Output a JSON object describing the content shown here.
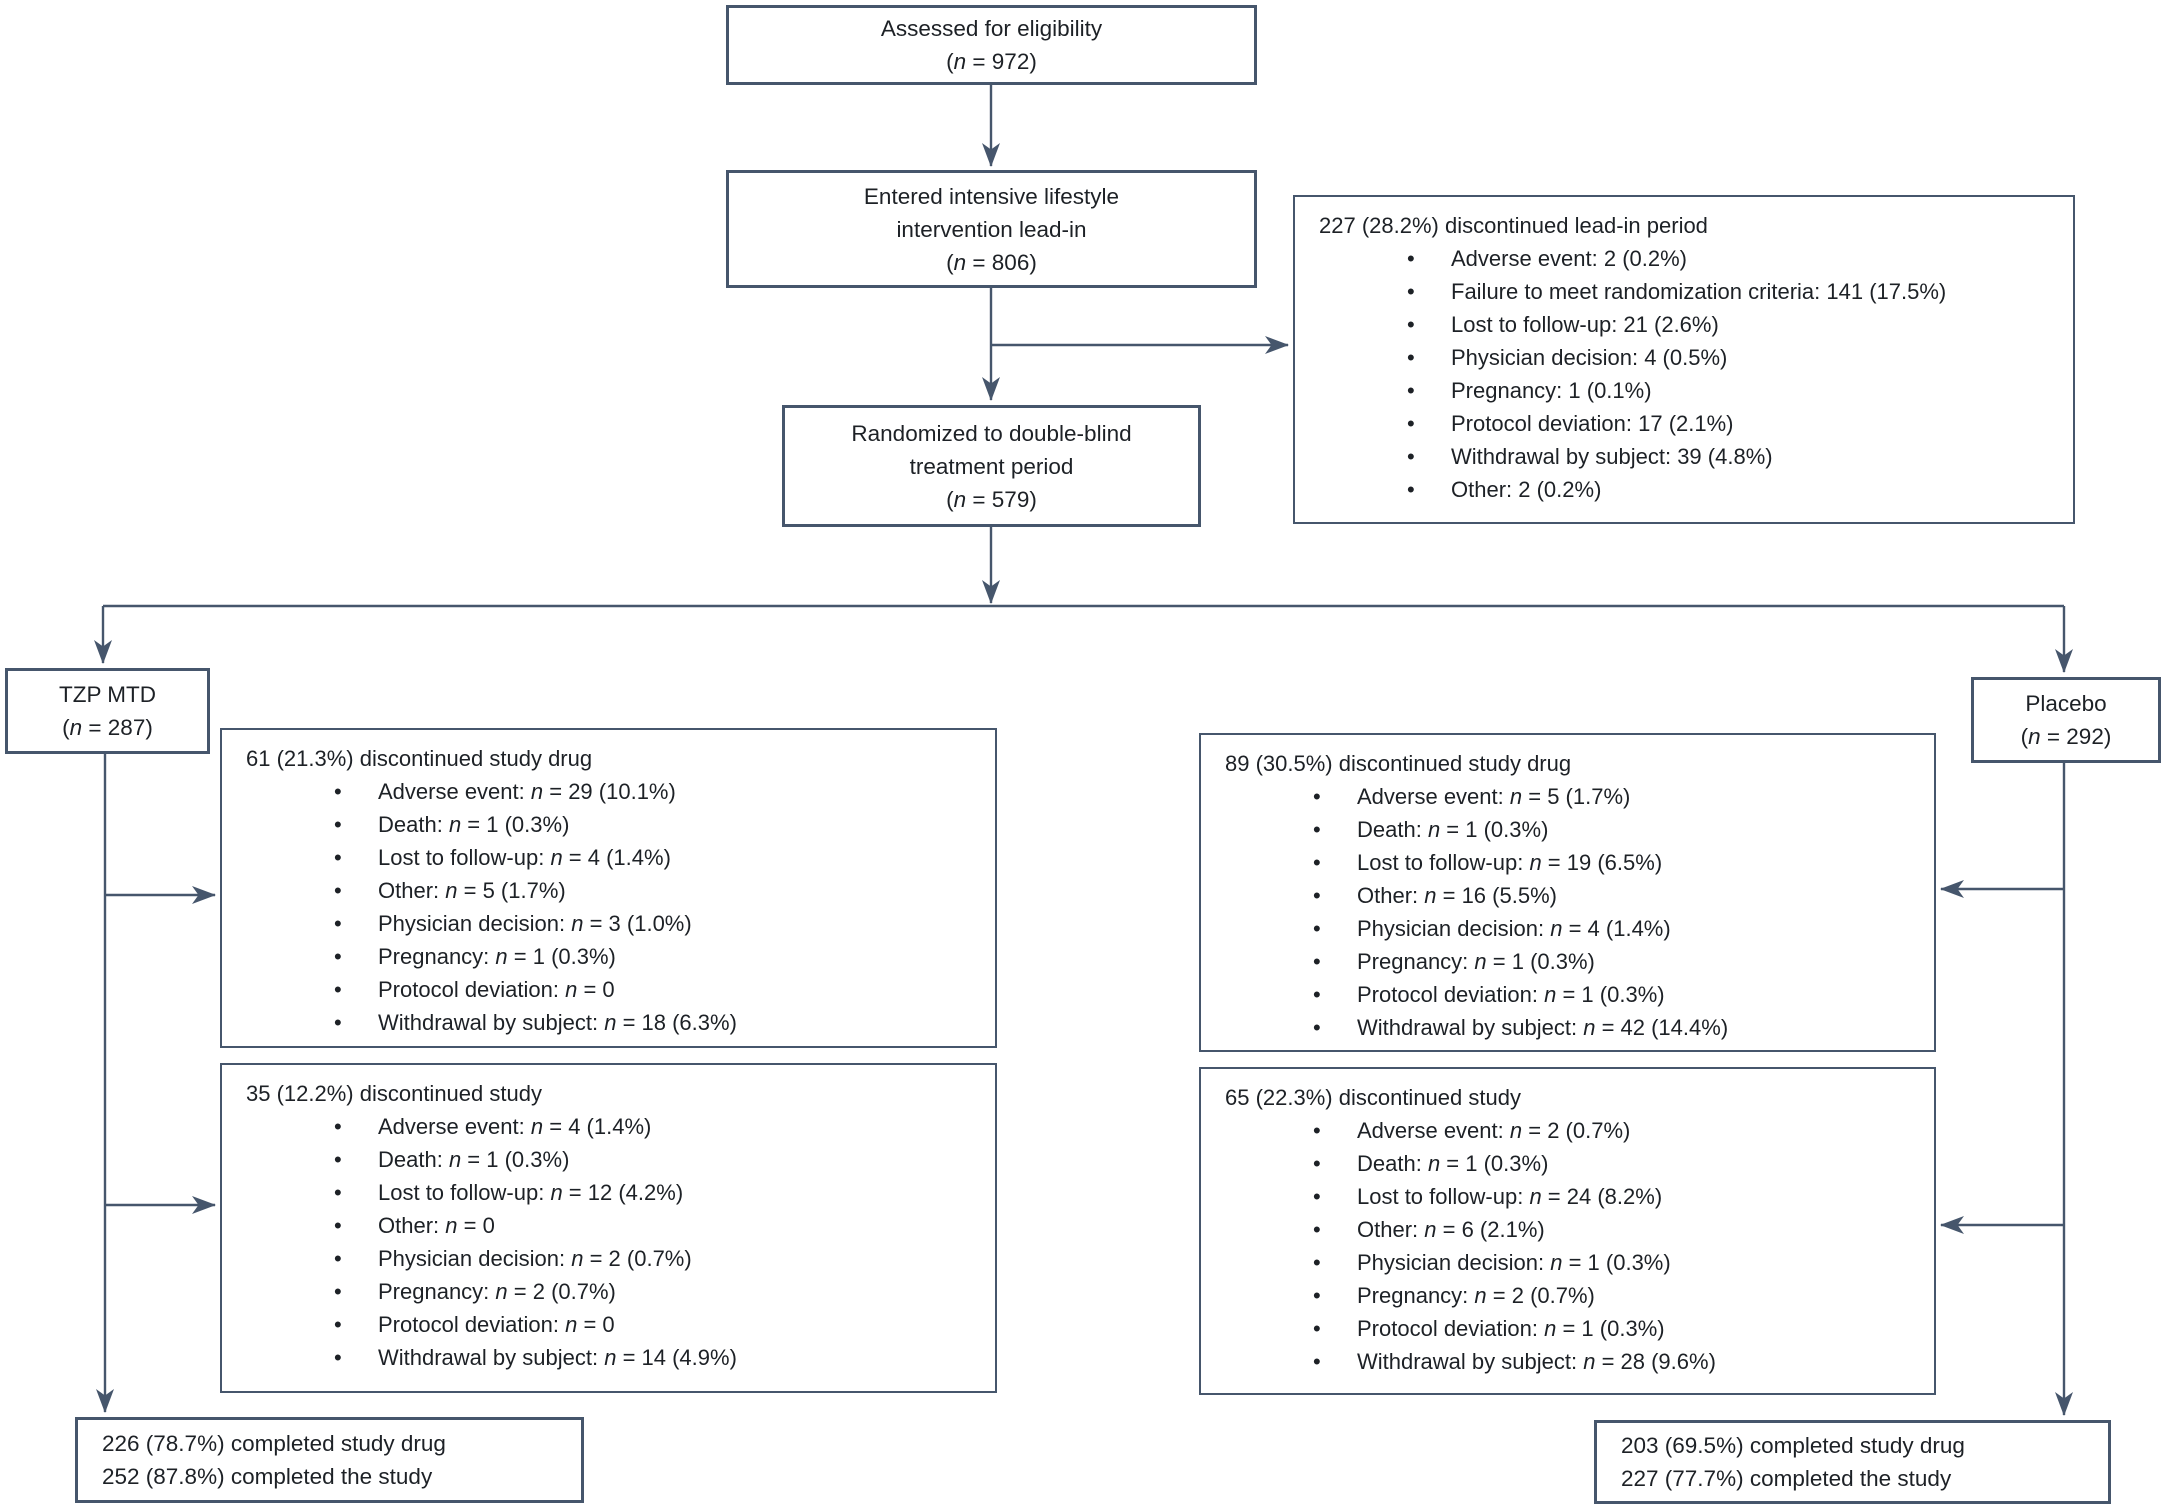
{
  "styles": {
    "line_color": "#46566c",
    "text_color": "#1d2126",
    "background": "#ffffff"
  },
  "boxes": {
    "assessed": {
      "lines": [
        "Assessed for eligibility",
        "(n = 972)"
      ]
    },
    "leadin": {
      "lines": [
        "Entered intensive lifestyle",
        "intervention lead-in",
        "(n = 806)"
      ]
    },
    "leadin_discontinued": {
      "title": "227 (28.2%) discontinued lead-in period",
      "items": [
        "Adverse event: 2 (0.2%)",
        "Failure to meet randomization criteria: 141 (17.5%)",
        "Lost to follow-up: 21 (2.6%)",
        "Physician decision: 4 (0.5%)",
        "Pregnancy: 1 (0.1%)",
        "Protocol deviation: 17 (2.1%)",
        "Withdrawal by subject: 39 (4.8%)",
        "Other: 2 (0.2%)"
      ]
    },
    "randomized": {
      "lines": [
        "Randomized to double-blind",
        "treatment period",
        "(n = 579)"
      ]
    },
    "tzp": {
      "lines": [
        "TZP MTD",
        "(n = 287)"
      ]
    },
    "placebo": {
      "lines": [
        "Placebo",
        "(n = 292)"
      ]
    },
    "tzp_drug_discontinued": {
      "title": "61 (21.3%) discontinued study drug",
      "items": [
        "Adverse event: n = 29 (10.1%)",
        "Death: n = 1 (0.3%)",
        "Lost to follow-up: n = 4 (1.4%)",
        "Other: n = 5 (1.7%)",
        "Physician decision: n = 3 (1.0%)",
        "Pregnancy: n = 1 (0.3%)",
        "Protocol deviation: n = 0",
        "Withdrawal by subject: n = 18 (6.3%)"
      ]
    },
    "tzp_study_discontinued": {
      "title": "35 (12.2%) discontinued study",
      "items": [
        "Adverse event: n = 4 (1.4%)",
        "Death: n = 1 (0.3%)",
        "Lost to follow-up: n = 12 (4.2%)",
        "Other: n = 0",
        "Physician decision: n = 2 (0.7%)",
        "Pregnancy: n = 2 (0.7%)",
        "Protocol deviation: n = 0",
        "Withdrawal by subject: n = 14 (4.9%)"
      ]
    },
    "placebo_drug_discontinued": {
      "title": "89 (30.5%) discontinued study drug",
      "items": [
        "Adverse event: n = 5 (1.7%)",
        "Death: n = 1 (0.3%)",
        "Lost to follow-up: n = 19 (6.5%)",
        "Other: n = 16 (5.5%)",
        "Physician decision: n = 4 (1.4%)",
        "Pregnancy: n = 1 (0.3%)",
        "Protocol deviation: n = 1 (0.3%)",
        "Withdrawal by subject: n = 42 (14.4%)"
      ]
    },
    "placebo_study_discontinued": {
      "title": "65 (22.3%) discontinued study",
      "items": [
        "Adverse event: n = 2 (0.7%)",
        "Death: n = 1 (0.3%)",
        "Lost to follow-up: n = 24 (8.2%)",
        "Other: n = 6 (2.1%)",
        "Physician decision: n = 1 (0.3%)",
        "Pregnancy: n = 2 (0.7%)",
        "Protocol deviation: n = 1 (0.3%)",
        "Withdrawal by subject: n = 28 (9.6%)"
      ]
    },
    "tzp_completed": {
      "lines": [
        "226 (78.7%) completed study drug",
        "252 (87.8%) completed the study"
      ]
    },
    "placebo_completed": {
      "lines": [
        "203 (69.5%) completed study drug",
        "227 (77.7%) completed the study"
      ]
    }
  }
}
